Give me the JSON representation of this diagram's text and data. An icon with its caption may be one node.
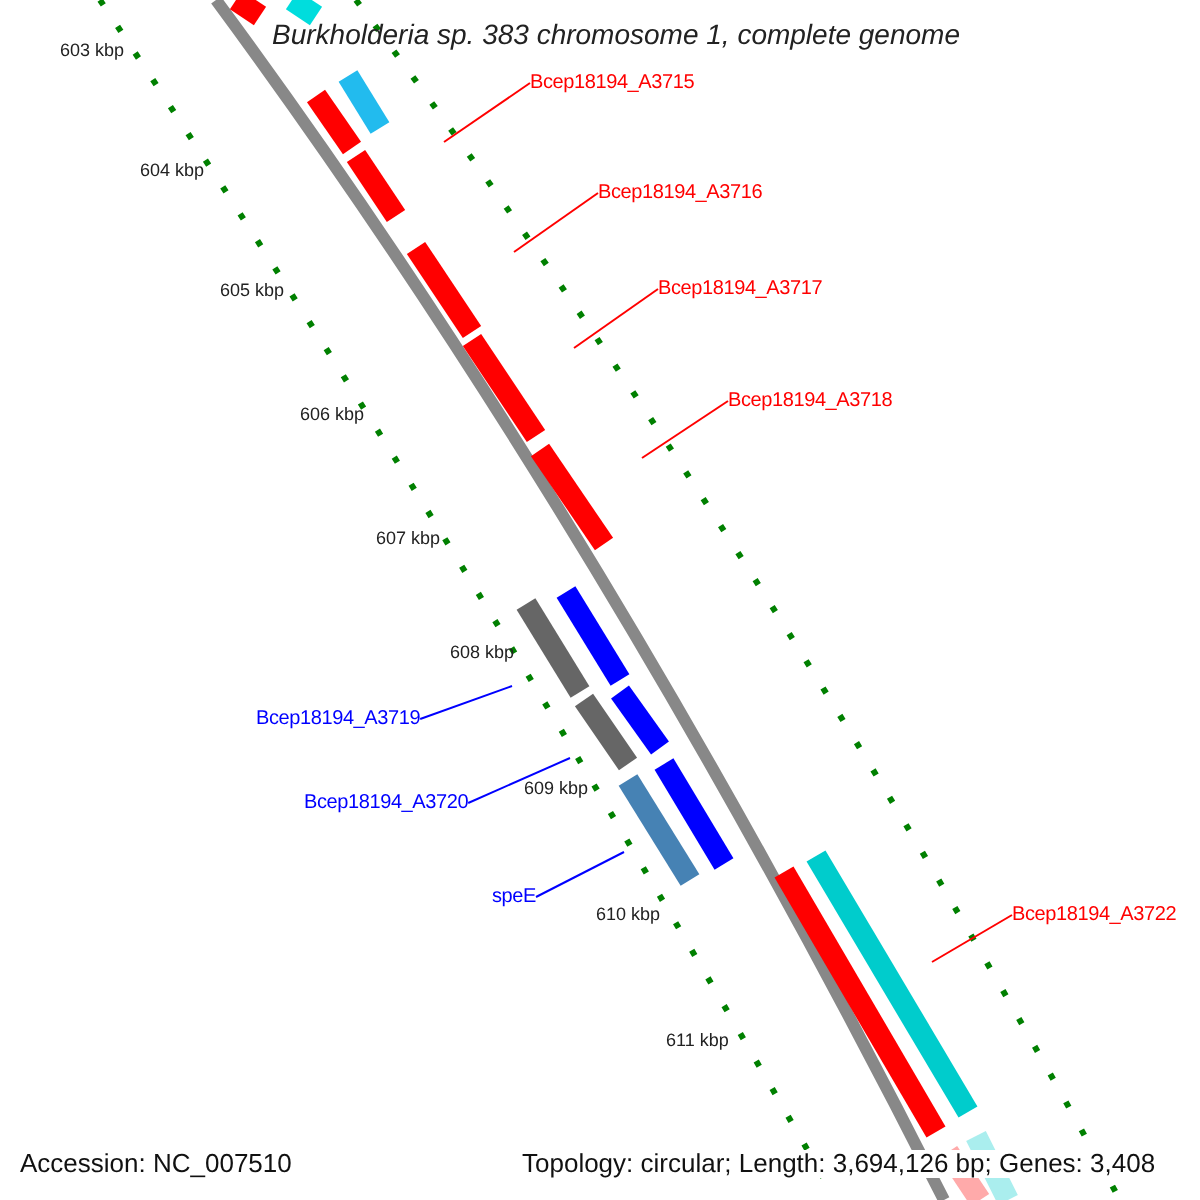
{
  "diagram": {
    "title": "Burkholderia sp. 383 chromosome 1, complete genome",
    "nodes": [
      {
        "text": [
          "Bcep18194_A3715"
        ]
      },
      {
        "text": [
          "Bcep18194_A3716"
        ]
      },
      {
        "text": [
          "Bcep18194_A3717"
        ]
      },
      {
        "text": [
          "Bcep18194_A3718"
        ]
      },
      {
        "text": [
          "Bcep18194_A3719"
        ]
      },
      {
        "text": [
          "Bcep18194_A3720"
        ]
      },
      {
        "text": [
          "speE"
        ]
      },
      {
        "text": [
          "Bcep18194_A3722"
        ]
      }
    ],
    "edges": [
      {
        "from": 0,
        "to": null,
        "arrow": "none"
      },
      {
        "from": 1,
        "to": null,
        "arrow": "none"
      },
      {
        "from": 2,
        "to": null,
        "arrow": "none"
      },
      {
        "from": 3,
        "to": null,
        "arrow": "none"
      },
      {
        "from": 4,
        "to": null,
        "arrow": "none",
        "color": "#0000ff"
      },
      {
        "from": 5,
        "to": null,
        "arrow": "none",
        "color": "#0000ff"
      },
      {
        "from": 6,
        "to": null,
        "arrow": "none",
        "color": "#0000ff"
      },
      {
        "from": 7,
        "to": null,
        "arrow": "none"
      }
    ],
    "labels": [
      "603 kbp",
      "604 kbp",
      "605 kbp",
      "606 kbp",
      "607 kbp",
      "608 kbp",
      "609 kbp",
      "610 kbp",
      "611 kbp",
      "Accession: NC_007510",
      "Topology: circular; Length: 3,694,126 bp; Genes: 3,408"
    ]
  }
}
